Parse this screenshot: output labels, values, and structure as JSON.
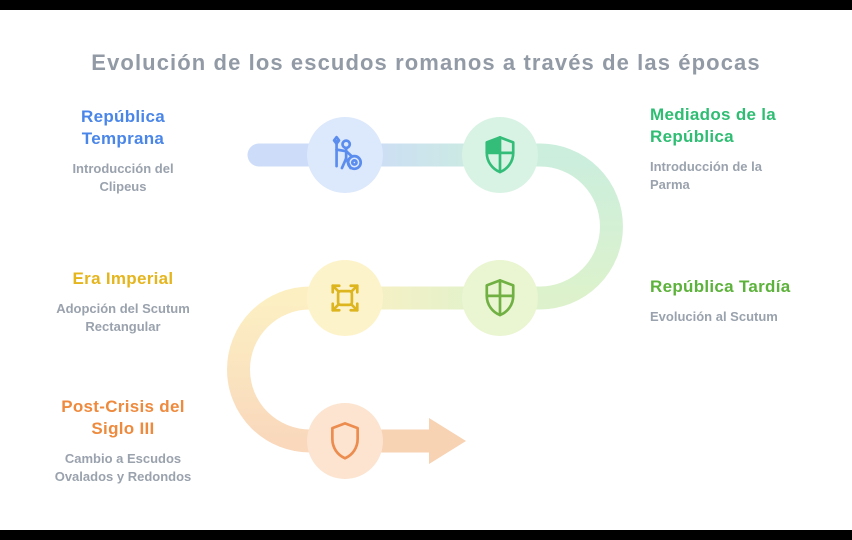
{
  "title": "Evolución de los escudos romanos a través de las épocas",
  "title_color": "#929aa5",
  "timeline": {
    "stages": [
      {
        "label": "República\nTemprana",
        "description": "Introducción del\nClipeus",
        "color": "#4a86e8",
        "icon": "gladiator-spear-round-shield-icon",
        "node_fill": "#dce8fb"
      },
      {
        "label": "Mediados de la\nRepública",
        "description": "Introducción de la\nParma",
        "color": "#2ebd72",
        "icon": "quartered-shield-filled-icon",
        "node_fill": "#d8f3e4"
      },
      {
        "label": "República Tardía",
        "description": "Evolución al Scutum",
        "color": "#5cb23a",
        "icon": "quartered-shield-icon",
        "node_fill": "#eaf5d2"
      },
      {
        "label": "Era Imperial",
        "description": "Adopción del Scutum\nRectangular",
        "color": "#e5b51d",
        "icon": "scutum-crossed-arrows-icon",
        "node_fill": "#fdf3cb"
      },
      {
        "label": "Post-Crisis del\nSiglo III",
        "description": "Cambio a Escudos\nOvalados y Redondos",
        "color": "#ee8a3d",
        "icon": "round-shield-icon",
        "node_fill": "#fce4d1"
      }
    ],
    "flow_colors": [
      "#cddcf8",
      "#cbeedd",
      "#ddf2cc",
      "#fcf0c3",
      "#f7d2b3"
    ],
    "muted_text_color": "#9aa2ad"
  }
}
